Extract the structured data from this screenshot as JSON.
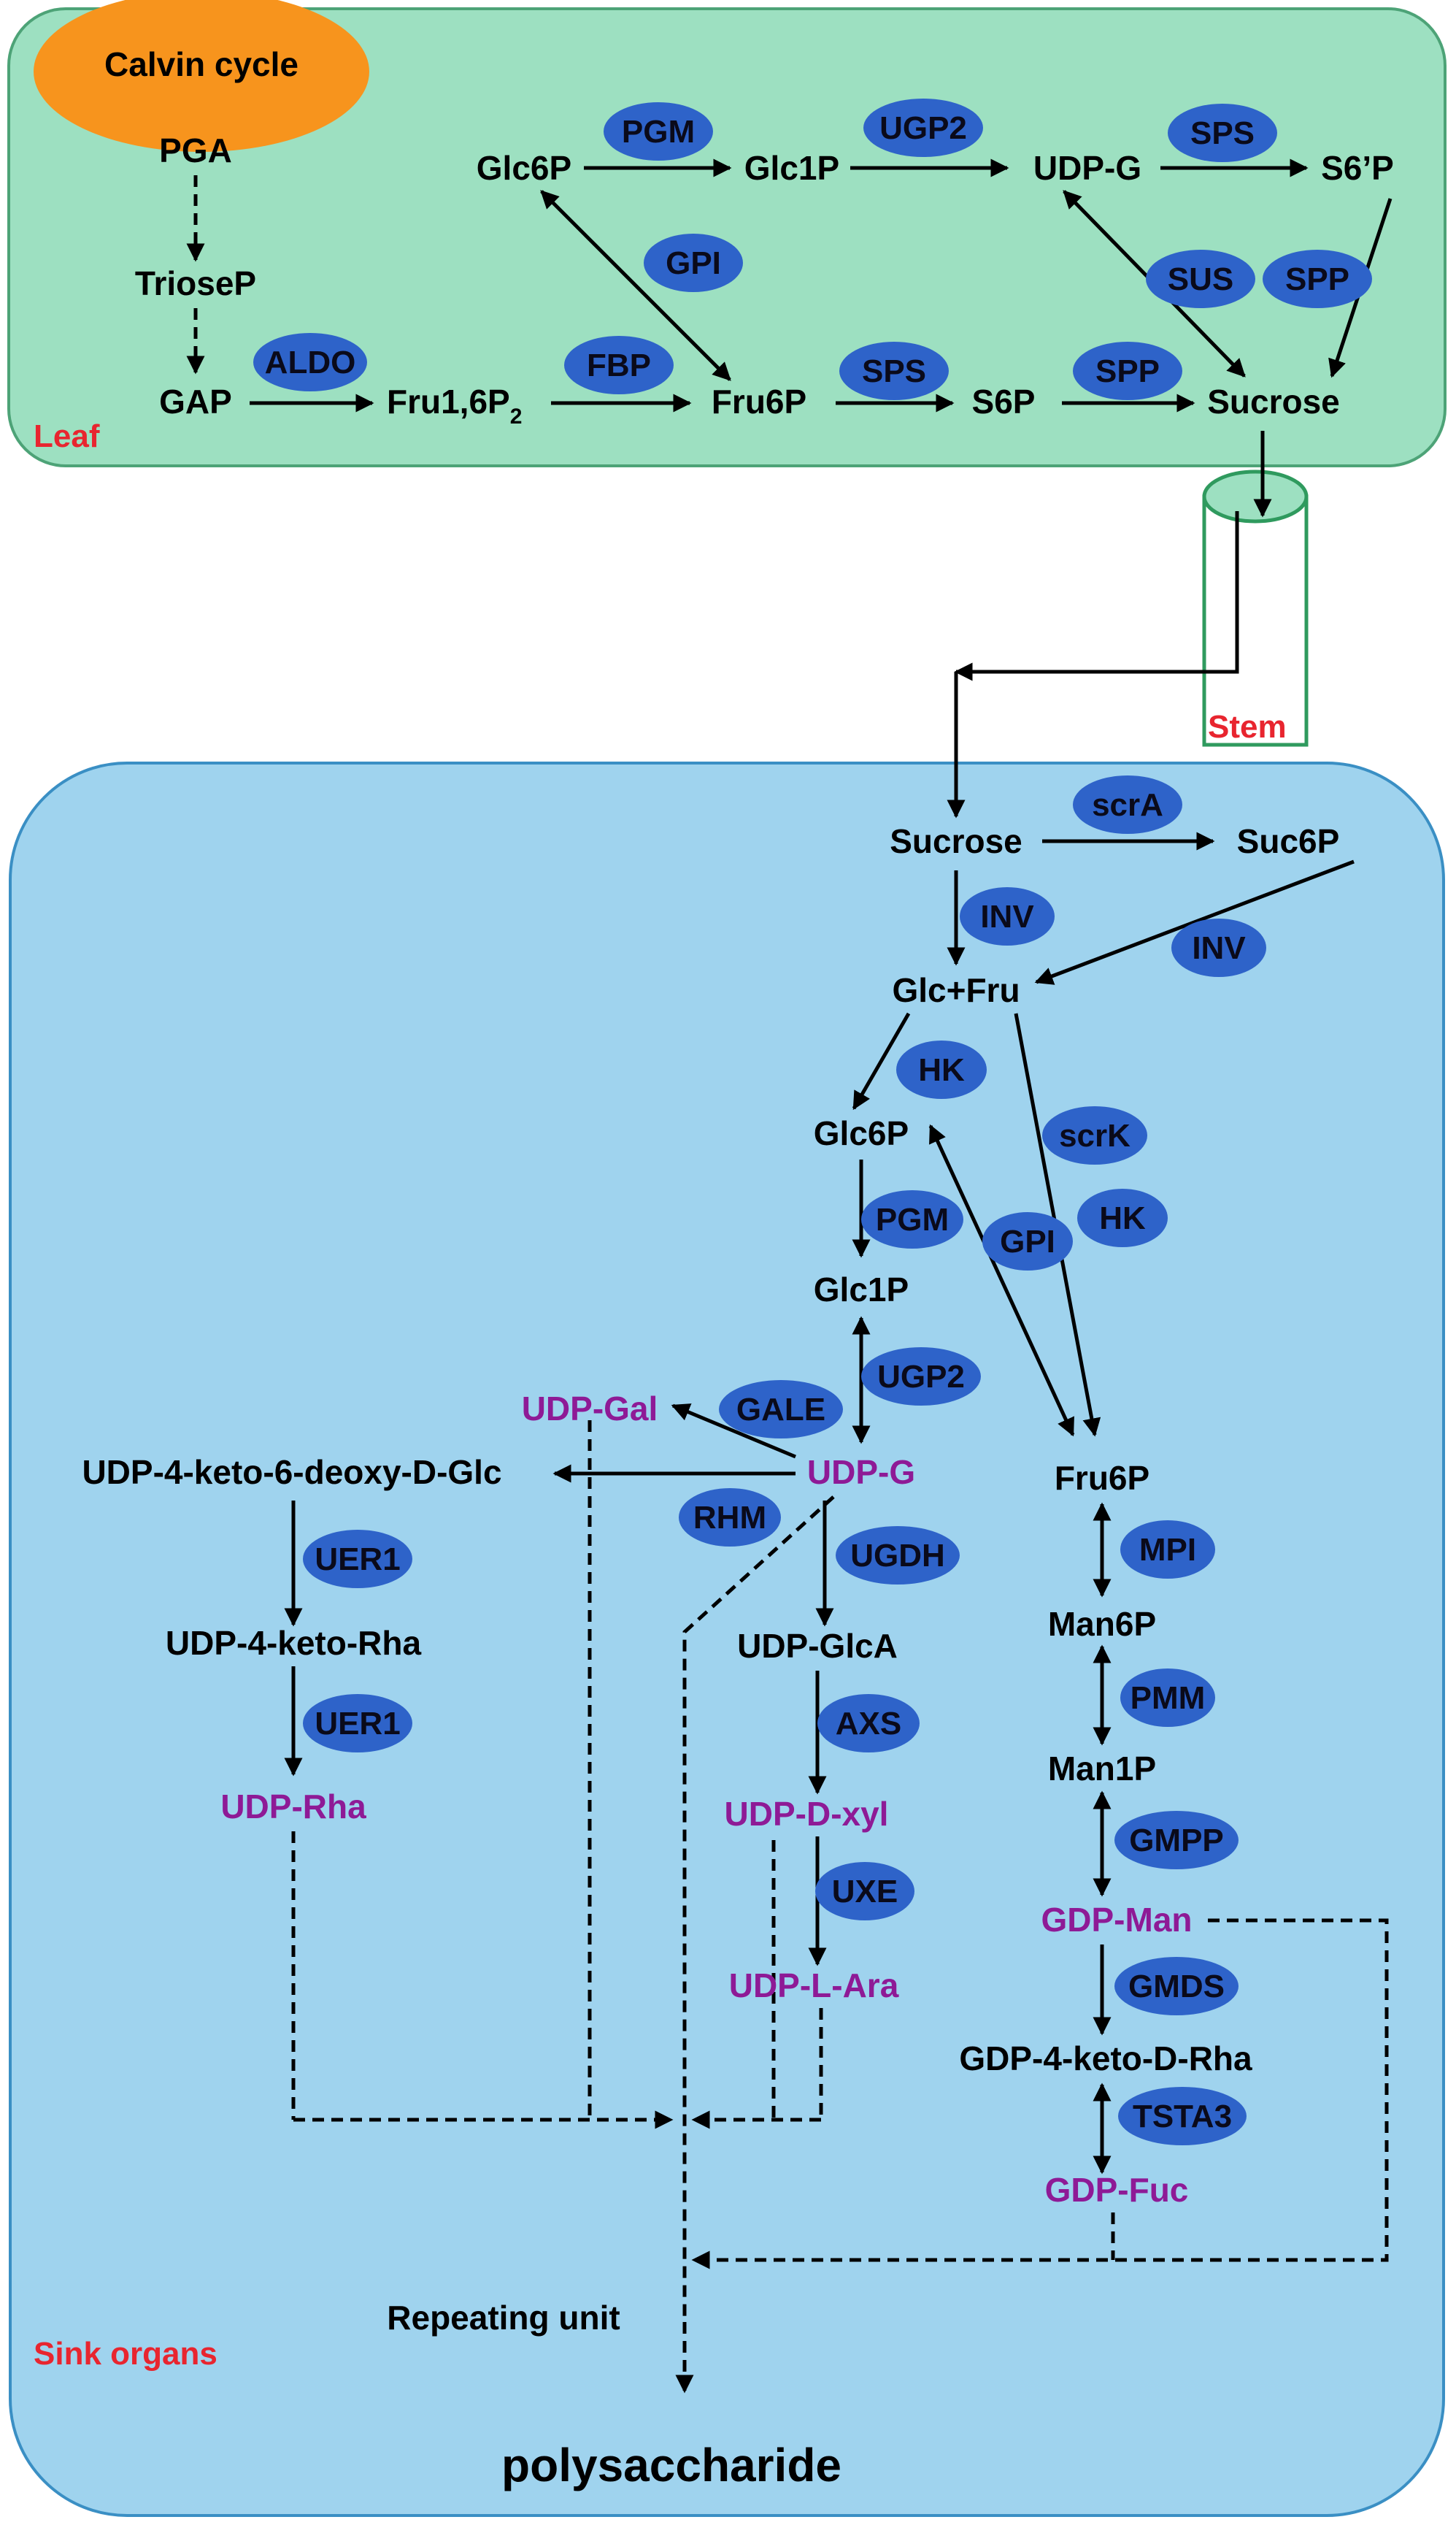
{
  "colors": {
    "leaf_fill": "#9de0c1",
    "leaf_border": "#4da377",
    "sink_fill": "#9fd3ee",
    "sink_border": "#3a8fc4",
    "stem_border": "#2f9a5e",
    "calvin_fill": "#f7941d",
    "enzyme_fill": "#2e63c9",
    "highlight_text": "#8e1a96",
    "region_text": "#e8252f"
  },
  "regions": {
    "leaf": "Leaf",
    "stem": "Stem",
    "sink": "Sink organs"
  },
  "leaf": {
    "calvin_cycle": "Calvin cycle",
    "metabolites": {
      "pga": "PGA",
      "triosep": "TrioseP",
      "gap": "GAP",
      "fru16p2": "Fru1,6P",
      "fru16p2_sub": "2",
      "fru6p": "Fru6P",
      "s6p": "S6P",
      "sucrose": "Sucrose",
      "glc6p": "Glc6P",
      "glc1p": "Glc1P",
      "udpg": "UDP-G",
      "s6p_prime": "S6’P"
    },
    "enzymes": {
      "aldo": "ALDO",
      "fbp": "FBP",
      "sps_lower": "SPS",
      "spp_lower": "SPP",
      "pgm": "PGM",
      "ugp2": "UGP2",
      "sps_upper": "SPS",
      "gpi": "GPI",
      "sus": "SUS",
      "spp_upper": "SPP"
    }
  },
  "sink": {
    "metabolites": {
      "sucrose": "Sucrose",
      "suc6p": "Suc6P",
      "glc_fru": "Glc+Fru",
      "glc6p": "Glc6P",
      "glc1p": "Glc1P",
      "udp_gal": "UDP-Gal",
      "udp_g": "UDP-G",
      "udp_4k6d": "UDP-4-keto-6-deoxy-D-Glc",
      "udp_4kr": "UDP-4-keto-Rha",
      "udp_rha": "UDP-Rha",
      "udp_glca": "UDP-GlcA",
      "udp_dxyl": "UDP-D-xyl",
      "udp_lara": "UDP-L-Ara",
      "fru6p": "Fru6P",
      "man6p": "Man6P",
      "man1p": "Man1P",
      "gdp_man": "GDP-Man",
      "gdp_4kdr": "GDP-4-keto-D-Rha",
      "gdp_fuc": "GDP-Fuc",
      "repeating_unit": "Repeating unit",
      "polysaccharide": "polysaccharide"
    },
    "enzymes": {
      "scra": "scrA",
      "inv_left": "INV",
      "inv_right": "INV",
      "hk_left": "HK",
      "scrk": "scrK",
      "hk_right": "HK",
      "pgm": "PGM",
      "gpi": "GPI",
      "ugp2": "UGP2",
      "gale": "GALE",
      "rhm": "RHM",
      "ugdh": "UGDH",
      "uer1_a": "UER1",
      "uer1_b": "UER1",
      "axs": "AXS",
      "uxe": "UXE",
      "mpi": "MPI",
      "pmm": "PMM",
      "gmpp": "GMPP",
      "gmds": "GMDS",
      "tsta3": "TSTA3"
    }
  }
}
